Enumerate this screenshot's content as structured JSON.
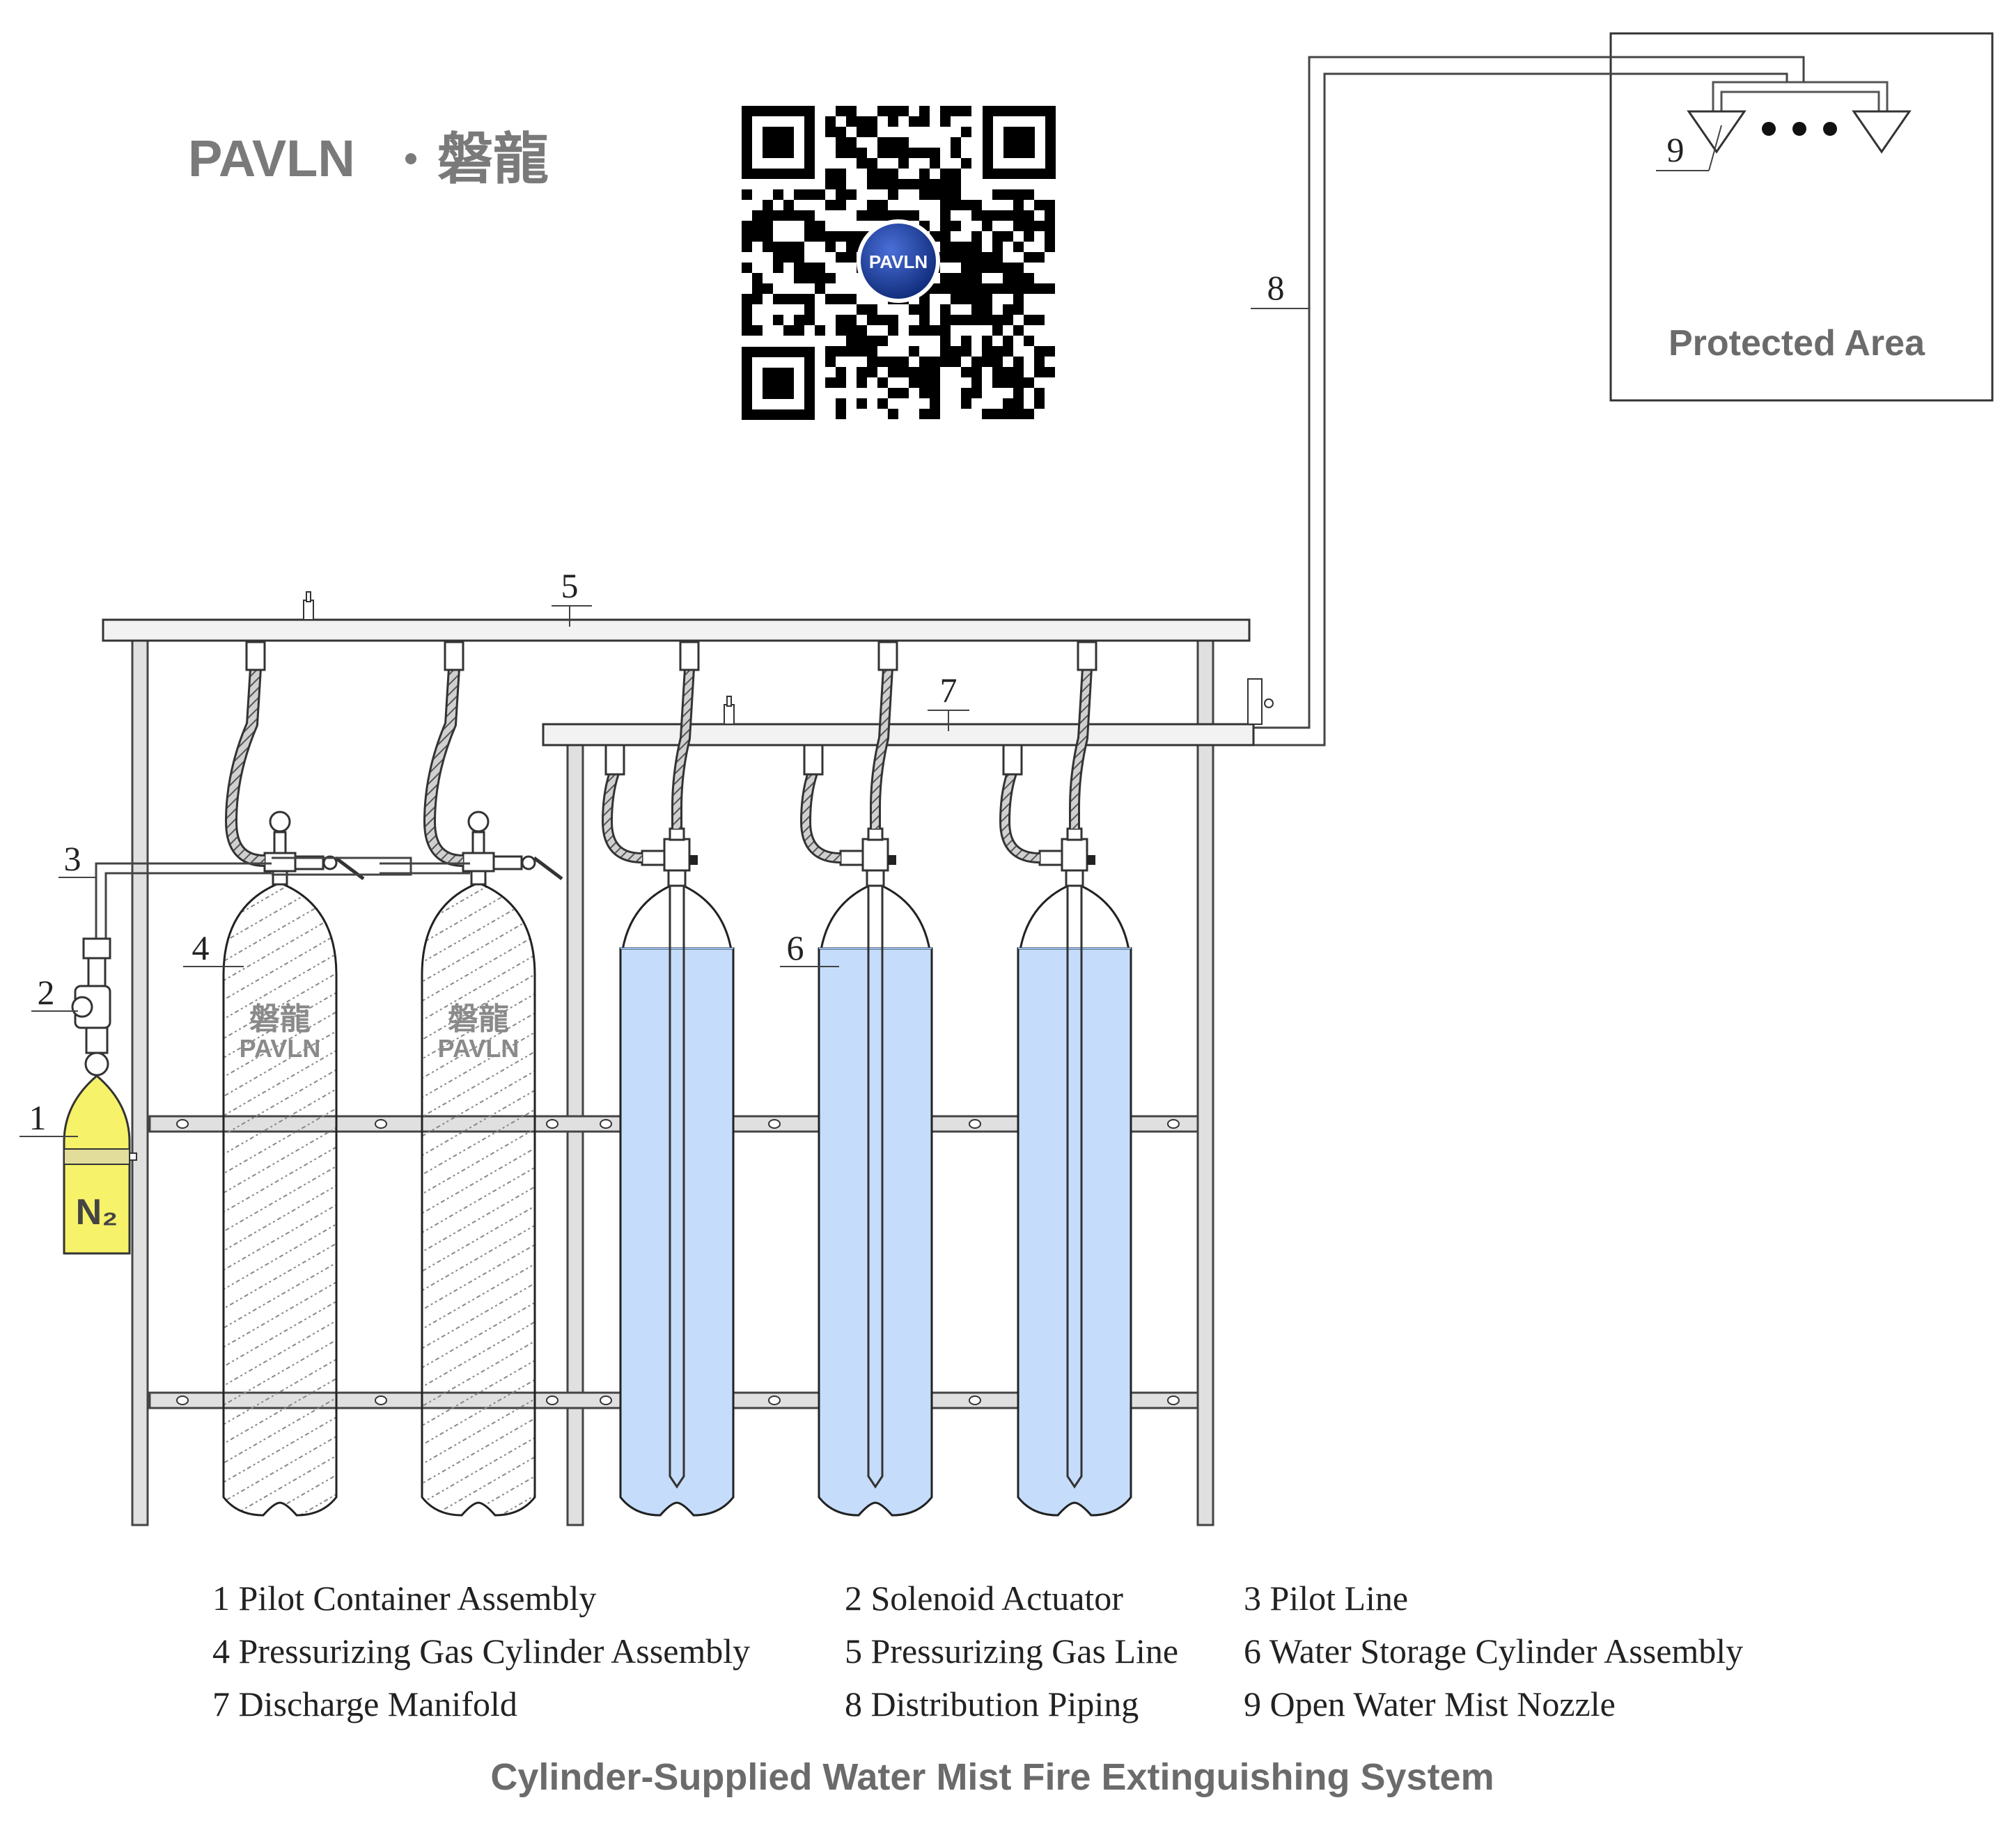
{
  "brand": {
    "logo_text": "PAVLN",
    "logo_cjk": "磐龍",
    "qr_badge": "PAVLN",
    "cylinder_cjk": "磐龍",
    "cylinder_text": "PAVLN"
  },
  "pilot_gas_label": "N₂",
  "protected_area": {
    "title": "Protected Area"
  },
  "callouts": [
    {
      "number": "1",
      "name": "Pilot Container Assembly"
    },
    {
      "number": "2",
      "name": "Solenoid Actuator"
    },
    {
      "number": "3",
      "name": "Pilot Line"
    },
    {
      "number": "4",
      "name": "Pressurizing Gas Cylinder Assembly"
    },
    {
      "number": "5",
      "name": "Pressurizing Gas Line"
    },
    {
      "number": "6",
      "name": "Water Storage Cylinder Assembly"
    },
    {
      "number": "7",
      "name": "Discharge Manifold"
    },
    {
      "number": "8",
      "name": "Distribution Piping"
    },
    {
      "number": "9",
      "name": "Open Water Mist Nozzle"
    }
  ],
  "legend": [
    "1 Pilot Container Assembly",
    "2 Solenoid Actuator",
    "3 Pilot Line",
    "4 Pressurizing Gas Cylinder Assembly",
    "5 Pressurizing Gas Line",
    "6 Water Storage Cylinder Assembly",
    "7 Discharge Manifold",
    "8 Distribution Piping",
    "9 Open Water Mist Nozzle"
  ],
  "title": "Cylinder-Supplied Water Mist Fire Extinguishing System",
  "colors": {
    "line": "#333333",
    "frame": "#d9d9d9",
    "water": "#c5ddfb",
    "pilot_cylinder": "#f6f26a",
    "text_gray": "#6b6b6b",
    "badge_blue": "#1c3f9e"
  }
}
